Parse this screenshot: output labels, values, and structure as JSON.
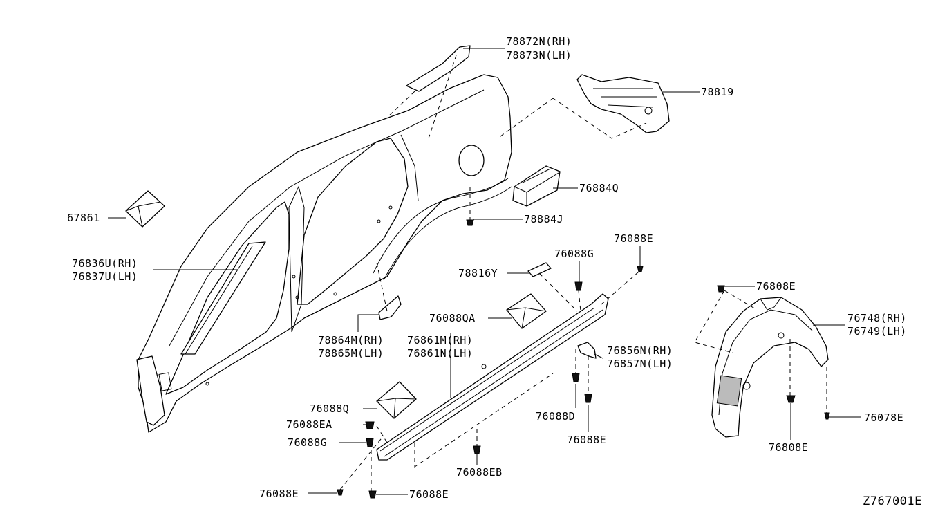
{
  "diagram_id": "Z767001E",
  "labels": {
    "p78872n": "78872N(RH)",
    "p78873n": "78873N(LH)",
    "p78819": "78819",
    "p76884q": "76884Q",
    "p78884j": "78884J",
    "p67861": "67861",
    "p76836u": "76836U(RH)",
    "p76837u": "76837U(LH)",
    "p76088e_top": "76088E",
    "p76088g_top": "76088G",
    "p78816y": "78816Y",
    "p76088qa": "76088QA",
    "p78864m": "78864M(RH)",
    "p78865m": "78865M(LH)",
    "p76861m": "76861M(RH)",
    "p76861n": "76861N(LH)",
    "p76808e_top": "76808E",
    "p76748": "76748(RH)",
    "p76749": "76749(LH)",
    "p76856n": "76856N(RH)",
    "p76857n": "76857N(LH)",
    "p76088q": "76088Q",
    "p76088ea": "76088EA",
    "p76088g_low": "76088G",
    "p76088d": "76088D",
    "p76088e_mid": "76088E",
    "p76078e": "76078E",
    "p76808e_low": "76808E",
    "p76088eb": "76088EB",
    "p76088e_left": "76088E",
    "p76088e_bot": "76088E"
  }
}
